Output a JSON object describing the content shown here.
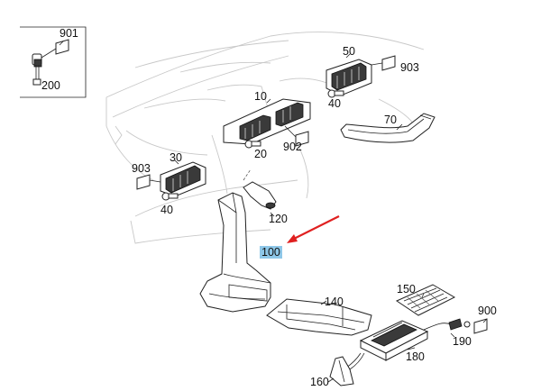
{
  "diagram": {
    "highlighted_part": "100",
    "callouts": {
      "p901": "901",
      "p200": "200",
      "p50": "50",
      "p903a": "903",
      "p10": "10",
      "p40a": "40",
      "p70": "70",
      "p20": "20",
      "p902": "902",
      "p30": "30",
      "p903b": "903",
      "p40b": "40",
      "p120": "120",
      "p100": "100",
      "p140": "140",
      "p150": "150",
      "p900": "900",
      "p190": "190",
      "p180": "180",
      "p160": "160"
    },
    "colors": {
      "arrow": "#e02020",
      "highlight": "#8ec7e8",
      "ghost_lines": "#c8c8c8",
      "ink": "#222222"
    }
  }
}
